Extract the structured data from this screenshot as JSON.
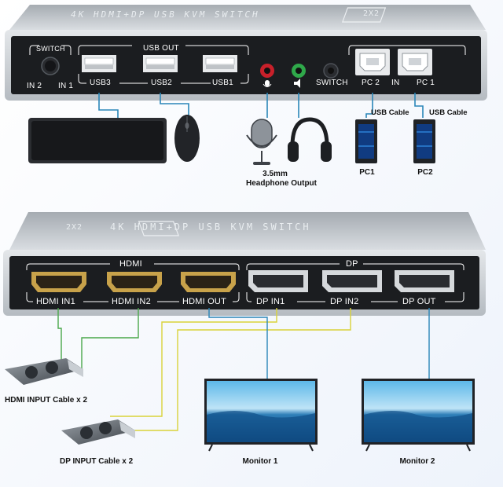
{
  "top_device": {
    "title": "4K HDMI+DP USB KVM SWITCH",
    "badge": "2X2",
    "switch_label": "SWITCH",
    "in2_label": "IN 2",
    "in1_label": "IN 1",
    "usb_out_label": "USB OUT",
    "usb3_label": "USB3",
    "usb2_label": "USB2",
    "usb1_label": "USB1",
    "switch_btn_label": "SWITCH",
    "pc2_label": "PC 2",
    "in_label": "IN",
    "pc1_label": "PC 1"
  },
  "top_captions": {
    "headphone_size": "3.5mm",
    "headphone_output": "Headphone Output",
    "usb_cable_1": "USB Cable",
    "usb_cable_2": "USB Cable",
    "pc1": "PC1",
    "pc2": "PC2"
  },
  "bottom_device": {
    "title": "4K HDMI+DP USB KVM SWITCH",
    "badge": "2X2",
    "hdmi_group": "HDMI",
    "dp_group": "DP",
    "hdmi_in1": "HDMI IN1",
    "hdmi_in2": "HDMI IN2",
    "hdmi_out": "HDMI OUT",
    "dp_in1": "DP IN1",
    "dp_in2": "DP IN2",
    "dp_out": "DP OUT"
  },
  "bottom_captions": {
    "hdmi_cable": "HDMI INPUT Cable x 2",
    "dp_cable": "DP INPUT Cable x 2",
    "monitor1": "Monitor 1",
    "monitor2": "Monitor 2"
  },
  "colors": {
    "panel": "#1b1d20",
    "case": "#c9ced3",
    "cable_blue": "#2a86b8",
    "cable_yellow": "#d9d23a",
    "cable_green": "#4aa84a",
    "mic_red": "#c8202a",
    "audio_green": "#2fa84a"
  }
}
